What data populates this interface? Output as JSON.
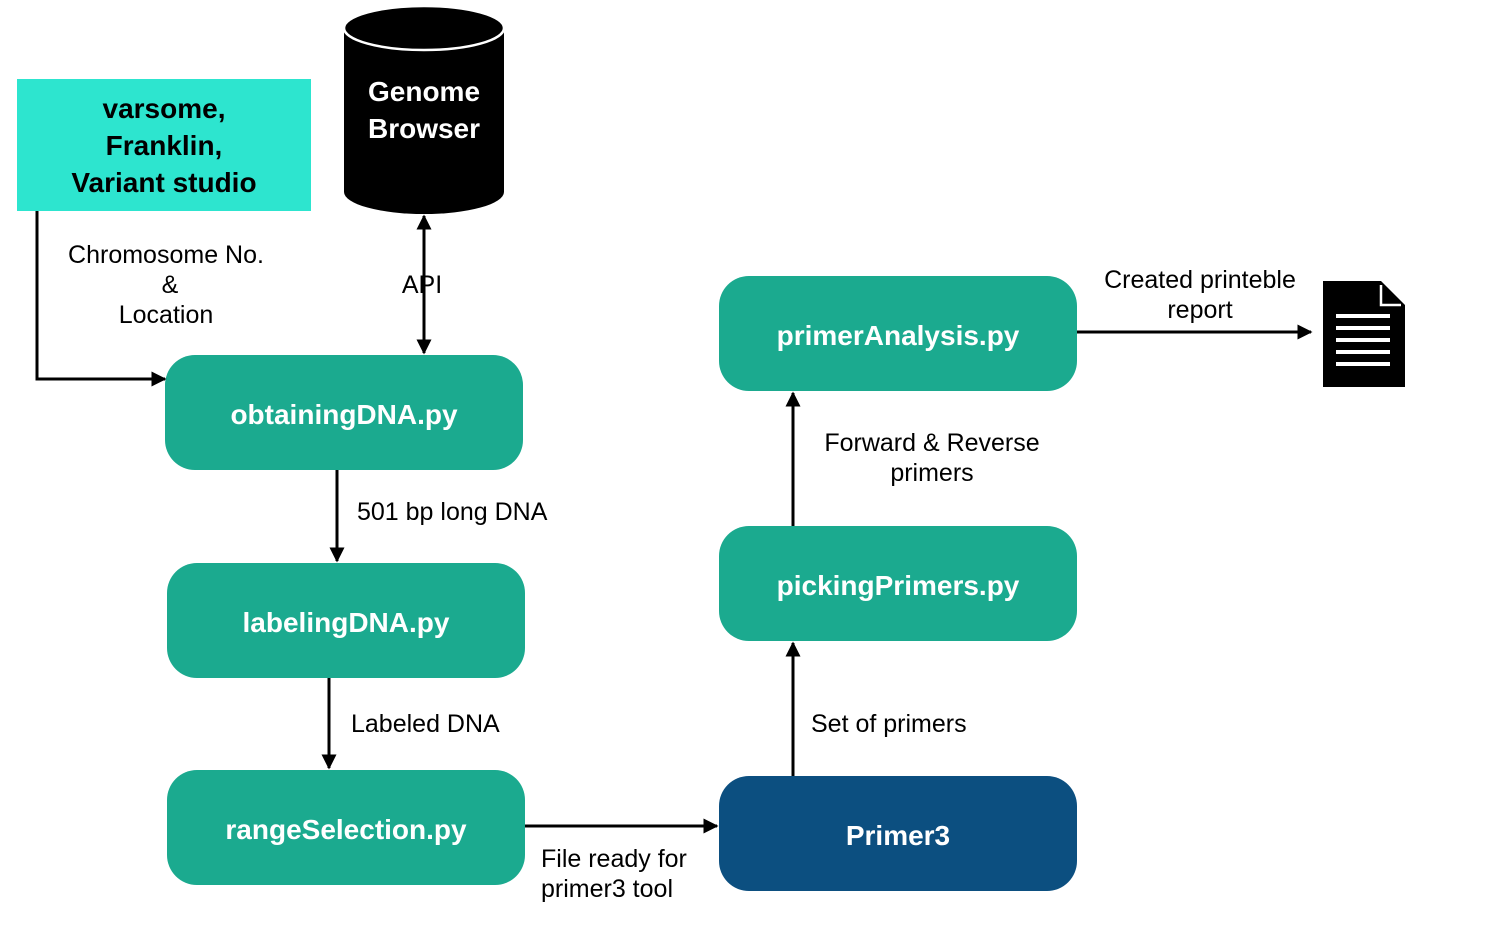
{
  "colors": {
    "process_green": "#1BAA8F",
    "source_cyan": "#2DE5CF",
    "tool_blue": "#0C4F80",
    "database_black": "#000000",
    "text_white": "#FFFFFF",
    "line_black": "#000000"
  },
  "sources": {
    "variant_db": {
      "line1": "varsome,",
      "line2": "Franklin,",
      "line3": "Variant studio"
    },
    "genome_browser": {
      "line1": "Genome",
      "line2": "Browser",
      "shape": "cylinder"
    }
  },
  "nodes": {
    "obtaining": "obtainingDNA.py",
    "labeling": "labelingDNA.py",
    "range": "rangeSelection.py",
    "primer3": "Primer3",
    "picking": "pickingPrimers.py",
    "analysis": "primerAnalysis.py"
  },
  "edges": {
    "chromosome": {
      "line1": "Chromosome No.",
      "line2": "&",
      "line3": "Location"
    },
    "api": "API",
    "dna501": "501 bp long DNA",
    "labeled": "Labeled DNA",
    "file_ready": {
      "line1": "File ready for",
      "line2": "primer3 tool"
    },
    "set_primers": "Set of primers",
    "fwd_rev": {
      "line1": "Forward & Reverse",
      "line2": "primers"
    },
    "report": {
      "line1": "Created printeble",
      "line2": "report"
    }
  },
  "icons": {
    "report_document": "document-icon"
  }
}
